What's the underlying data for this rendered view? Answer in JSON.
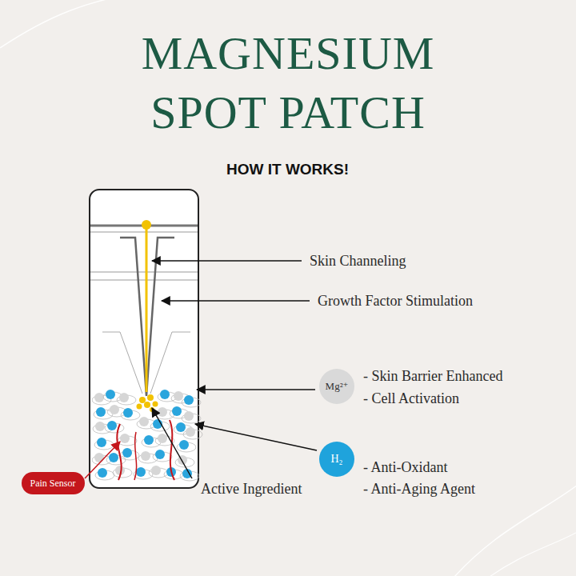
{
  "diagram": {
    "title": "MAGNESIUM SPOT PATCH",
    "nodes": [
      {
        "text": [
          "Mg²⁺"
        ]
      },
      {
        "text": [
          "H₂"
        ]
      },
      {
        "text": [
          "Pain Sensor"
        ]
      }
    ],
    "labels": [
      "HOW IT WORKS!",
      "Skin Channeling",
      "Growth Factor Stimulation",
      "- Skin Barrier Enhanced",
      "- Cell Activation",
      "- Anti-Oxidant",
      "- Anti-Aging Agent",
      "Active Ingredient"
    ]
  }
}
